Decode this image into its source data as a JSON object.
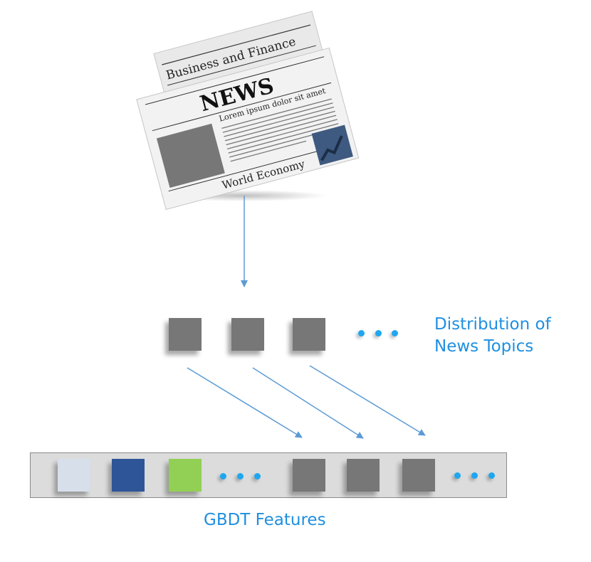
{
  "newspaper": {
    "masthead": "Business and Finance",
    "headline": "NEWS",
    "lead": "Lorem ipsum dolor sit amet",
    "section": "World Economy"
  },
  "topics_label": {
    "line1": "Distribution of",
    "line2": "News Topics"
  },
  "features_label": "GBDT Features",
  "colors": {
    "accent": "#1f8fe0",
    "arrow": "#5b9bd5",
    "topic_gray": "#777777",
    "feature_light": "#d6dfea",
    "feature_blue": "#2e5597",
    "feature_green": "#92cf55",
    "bar": "#dcdcdc"
  }
}
